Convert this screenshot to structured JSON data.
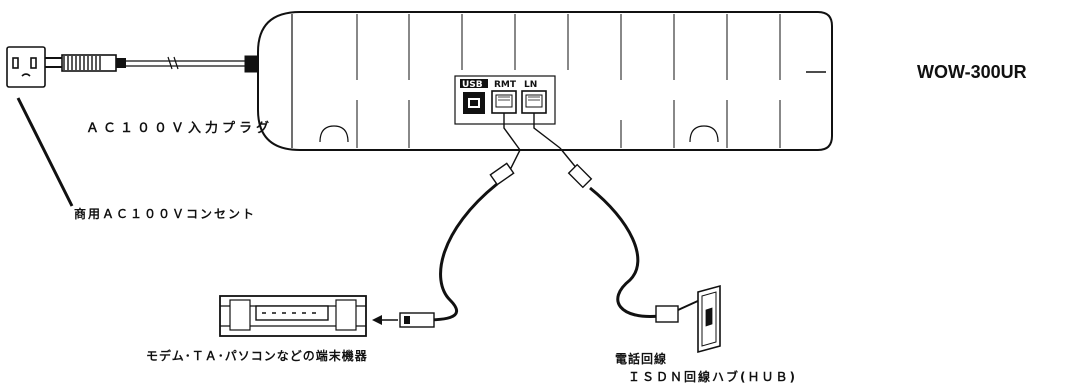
{
  "labels": {
    "ac_plug": "ＡＣ１００Ｖ入力プラグ",
    "outlet": "商用ＡＣ１００Ｖコンセント",
    "terminal": "モデム･ＴＡ･パソコンなどの端末機器",
    "phone_line": "電話回線",
    "isdn_hub": "ＩＳＤＮ回線ハブ(ＨＵＢ)",
    "model": "WOW-300UR"
  },
  "ports": {
    "usb": "USB",
    "rmt": "RMT",
    "ln": "LN"
  }
}
